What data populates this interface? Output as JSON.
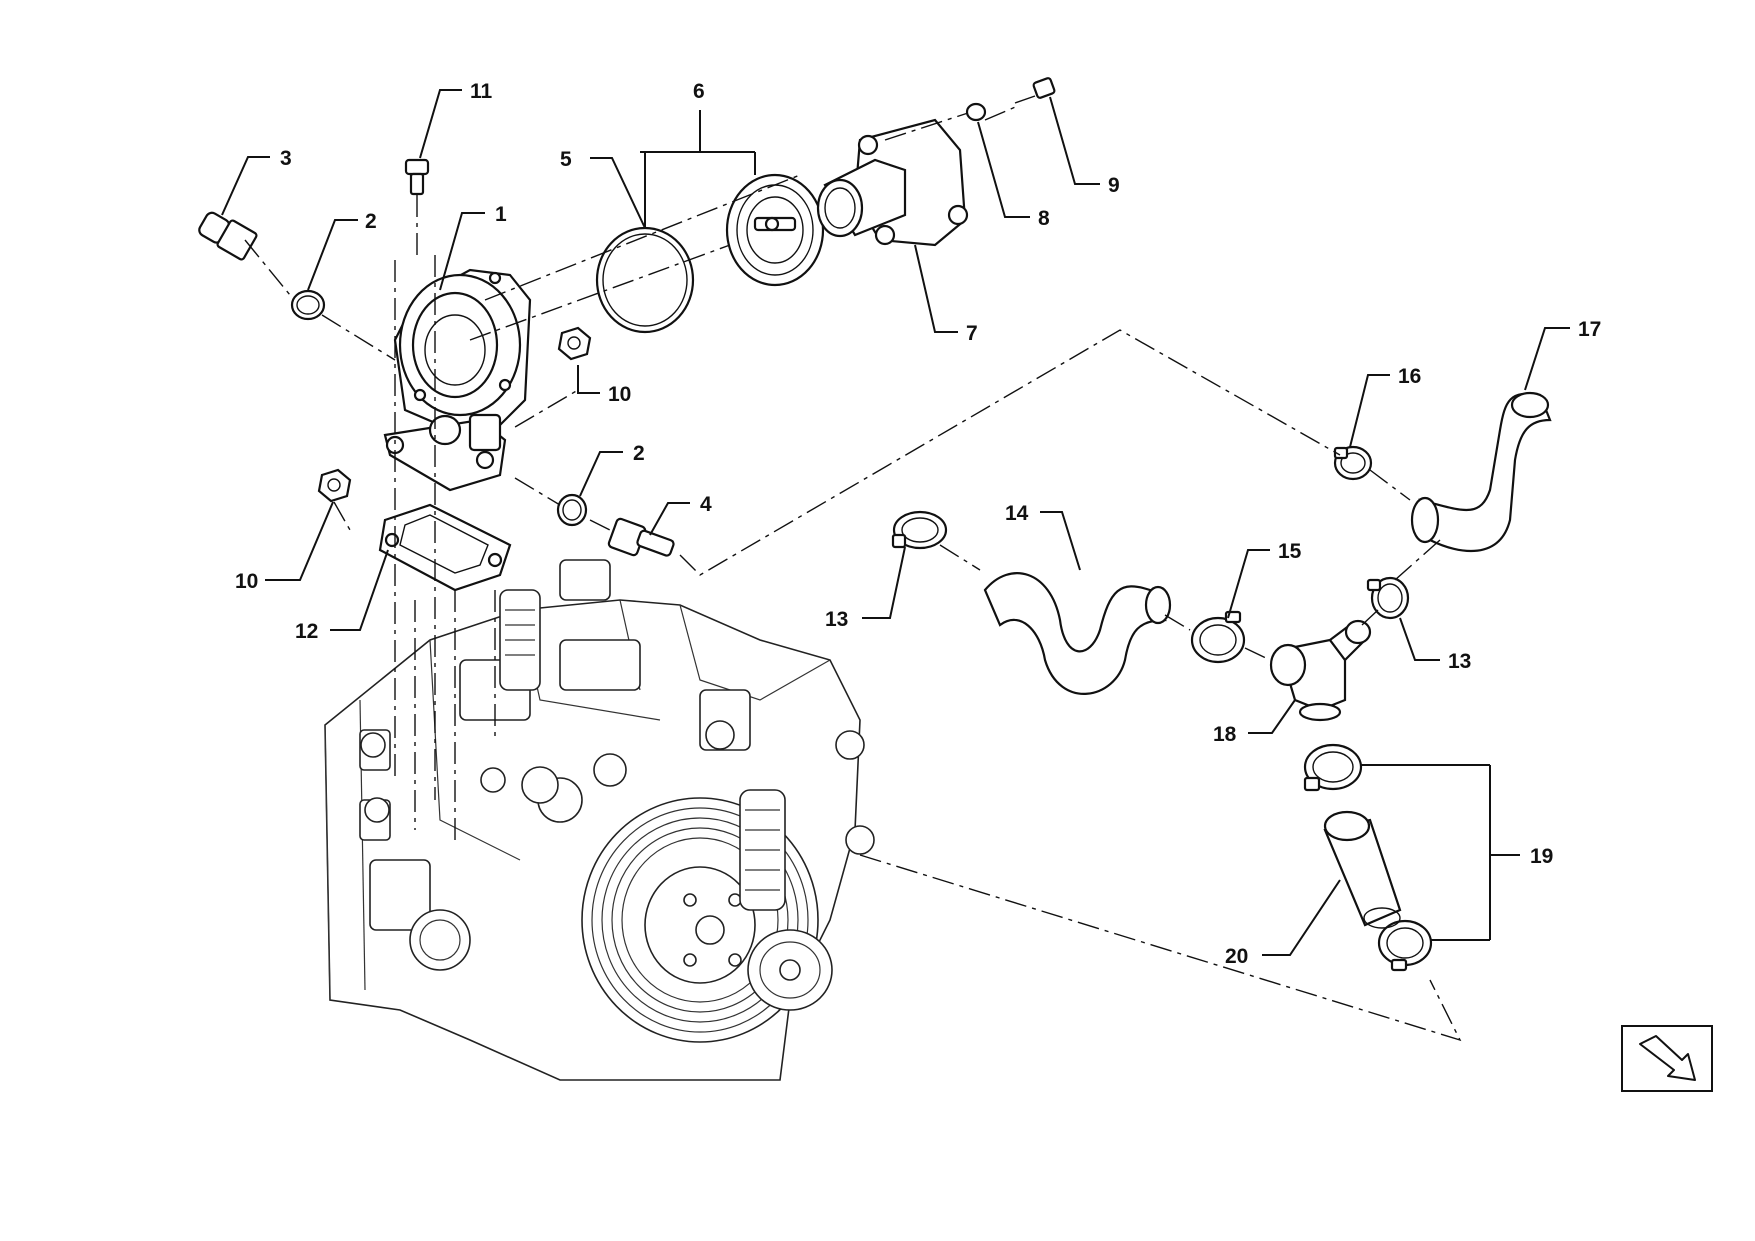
{
  "diagram": {
    "callouts": [
      {
        "id": "c1",
        "label": "1"
      },
      {
        "id": "c2a",
        "label": "2"
      },
      {
        "id": "c2b",
        "label": "2"
      },
      {
        "id": "c3",
        "label": "3"
      },
      {
        "id": "c4",
        "label": "4"
      },
      {
        "id": "c5",
        "label": "5"
      },
      {
        "id": "c6",
        "label": "6"
      },
      {
        "id": "c7",
        "label": "7"
      },
      {
        "id": "c8",
        "label": "8"
      },
      {
        "id": "c9",
        "label": "9"
      },
      {
        "id": "c10a",
        "label": "10"
      },
      {
        "id": "c10b",
        "label": "10"
      },
      {
        "id": "c11",
        "label": "11"
      },
      {
        "id": "c12",
        "label": "12"
      },
      {
        "id": "c13a",
        "label": "13"
      },
      {
        "id": "c13b",
        "label": "13"
      },
      {
        "id": "c14",
        "label": "14"
      },
      {
        "id": "c15",
        "label": "15"
      },
      {
        "id": "c16",
        "label": "16"
      },
      {
        "id": "c17",
        "label": "17"
      },
      {
        "id": "c18",
        "label": "18"
      },
      {
        "id": "c19",
        "label": "19"
      },
      {
        "id": "c20",
        "label": "20"
      }
    ],
    "nav": {
      "icon": "arrow-down-right-icon"
    }
  }
}
